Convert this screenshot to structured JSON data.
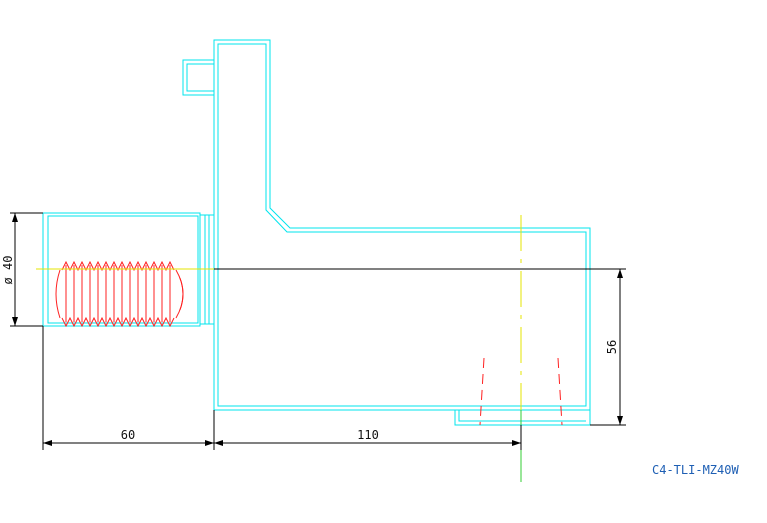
{
  "drawing": {
    "part_code": "C4-TLI-MZ40W",
    "dimensions": {
      "diameter": "ø 40",
      "shank_length": "60",
      "body_length": "110",
      "center_height": "56"
    }
  },
  "colors": {
    "body_outline": "#00e5ee",
    "thread": "#ff2020",
    "center_line_yellow": "#e6e600",
    "center_line_green": "#33cc33",
    "dimension": "#000000",
    "part_code_text": "#1e5fb4"
  }
}
